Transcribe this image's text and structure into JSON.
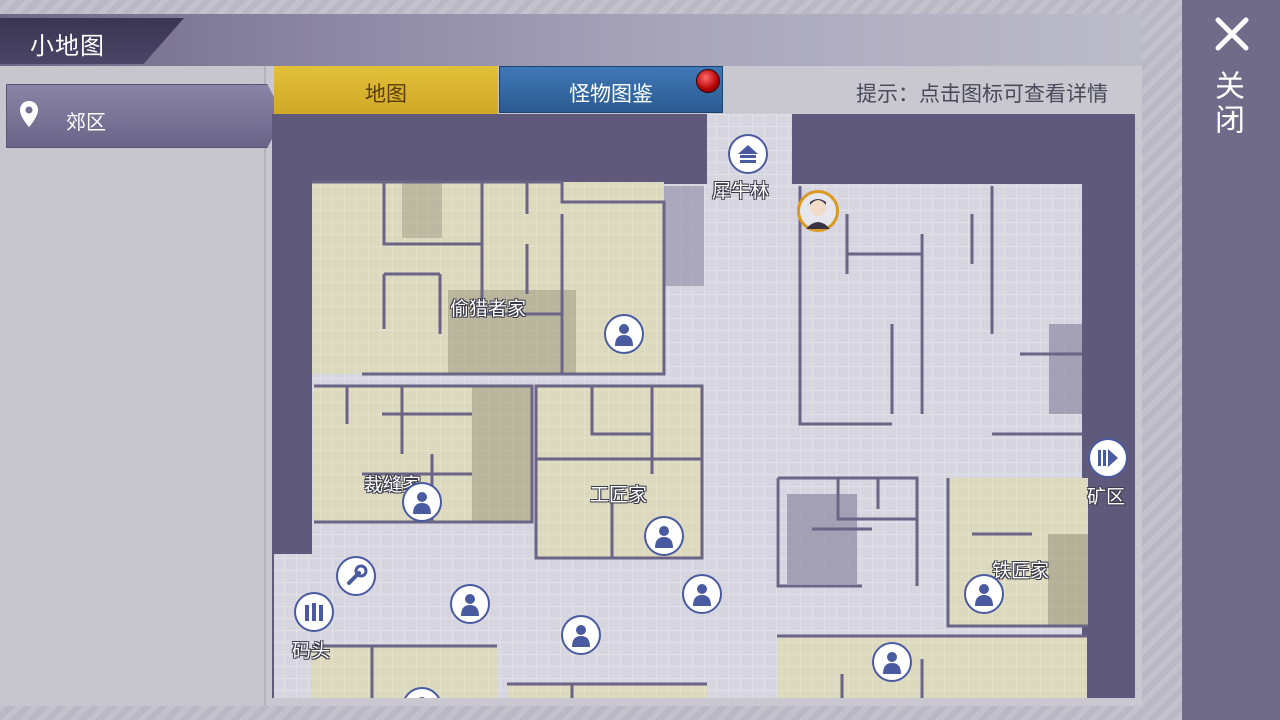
{
  "window": {
    "title": "小地图"
  },
  "sidebar": {
    "region": "郊区"
  },
  "close": {
    "label": "关闭"
  },
  "tabs": {
    "map": "地图",
    "monsters": "怪物图鉴"
  },
  "hint": "提示：点击图标可查看详情",
  "map": {
    "labels": {
      "rhino_forest": "犀牛林",
      "poacher_home": "偷猎者家",
      "tailor_home": "裁缝家",
      "craftsman_home": "工匠家",
      "mine": "矿区",
      "blacksmith_home": "铁匠家",
      "dock": "码头"
    }
  },
  "colors": {
    "accent_gold": "#e2c13a",
    "tab_blue": "#3f78b6",
    "marker_blue": "#4a5aa0",
    "player_ring": "#d99a1f"
  },
  "icons": [
    "location-pin-icon",
    "close-icon",
    "teleport-up-icon",
    "exit-right-icon",
    "npc-person-icon",
    "dock-gate-icon",
    "tool-icon",
    "player-portrait-icon"
  ]
}
